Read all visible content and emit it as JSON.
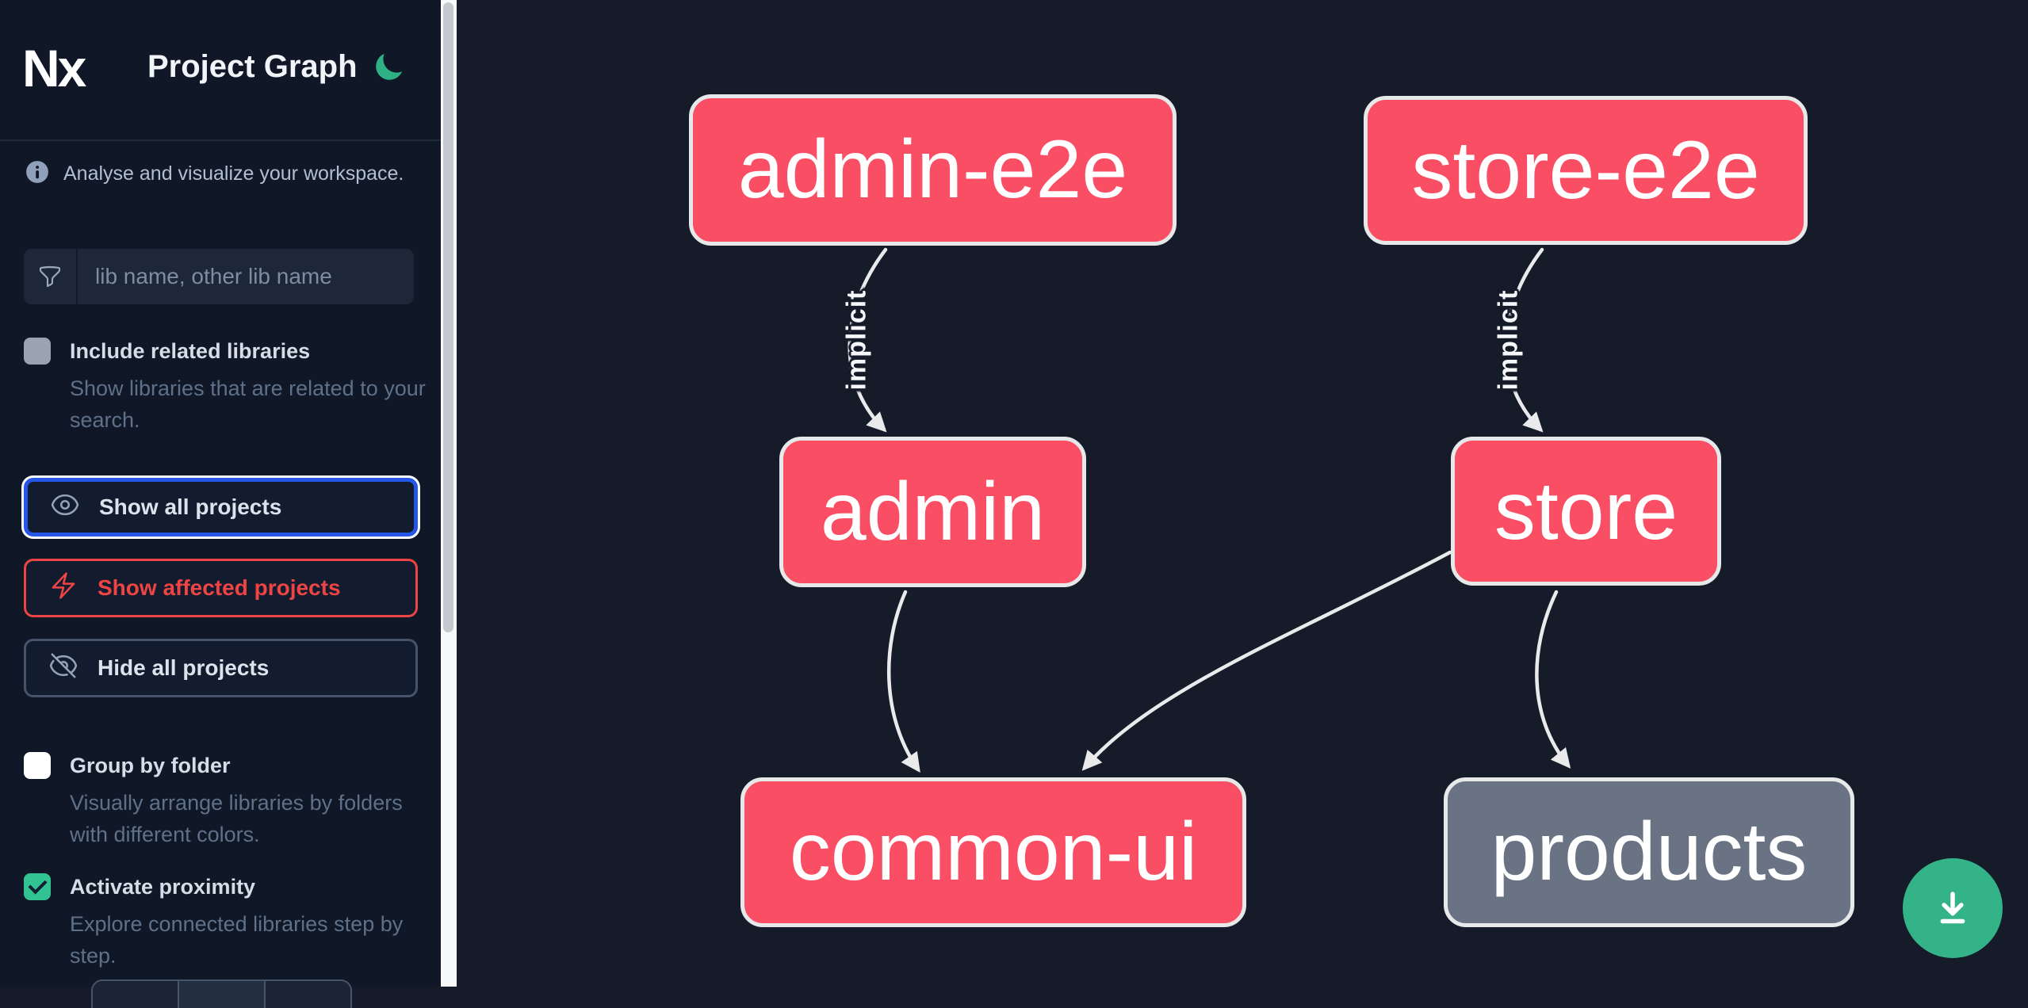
{
  "app": {
    "logo_text": "Nx",
    "title": "Project Graph"
  },
  "sidebar": {
    "tagline": "Analyse and visualize your workspace.",
    "search": {
      "placeholder": "lib name, other lib name"
    },
    "include_related": {
      "label": "Include related libraries",
      "description": "Show libraries that are related to your search.",
      "checked": false
    },
    "actions": {
      "show_all": {
        "label": "Show all projects"
      },
      "show_affected": {
        "label": "Show affected projects"
      },
      "hide_all": {
        "label": "Hide all projects"
      }
    },
    "group_by_folder": {
      "label": "Group by folder",
      "description": "Visually arrange libraries by folders with different colors.",
      "checked": false
    },
    "activate_proximity": {
      "label": "Activate proximity",
      "description": "Explore connected libraries step by step.",
      "checked": true
    }
  },
  "graph": {
    "nodes": [
      {
        "id": "admin-e2e",
        "label": "admin-e2e",
        "type": "affected"
      },
      {
        "id": "store-e2e",
        "label": "store-e2e",
        "type": "affected"
      },
      {
        "id": "admin",
        "label": "admin",
        "type": "affected"
      },
      {
        "id": "store",
        "label": "store",
        "type": "affected"
      },
      {
        "id": "common-ui",
        "label": "common-ui",
        "type": "affected"
      },
      {
        "id": "products",
        "label": "products",
        "type": "normal"
      }
    ],
    "edges": [
      {
        "from": "admin-e2e",
        "to": "admin",
        "label": "implicit"
      },
      {
        "from": "store-e2e",
        "to": "store",
        "label": "implicit"
      },
      {
        "from": "admin",
        "to": "common-ui",
        "label": ""
      },
      {
        "from": "store",
        "to": "common-ui",
        "label": ""
      },
      {
        "from": "store",
        "to": "products",
        "label": ""
      }
    ]
  },
  "fab": {
    "icon": "download"
  },
  "colors": {
    "sidebar_bg": "#101827",
    "canvas_bg": "#151b29",
    "node_affected": "#f94e64",
    "node_normal": "#6a7383",
    "edge": "#e9eaec",
    "accent_green": "#35b388",
    "checkbox_green": "#31c492",
    "focus_blue": "#2457e8",
    "danger_red": "#ef4444"
  }
}
